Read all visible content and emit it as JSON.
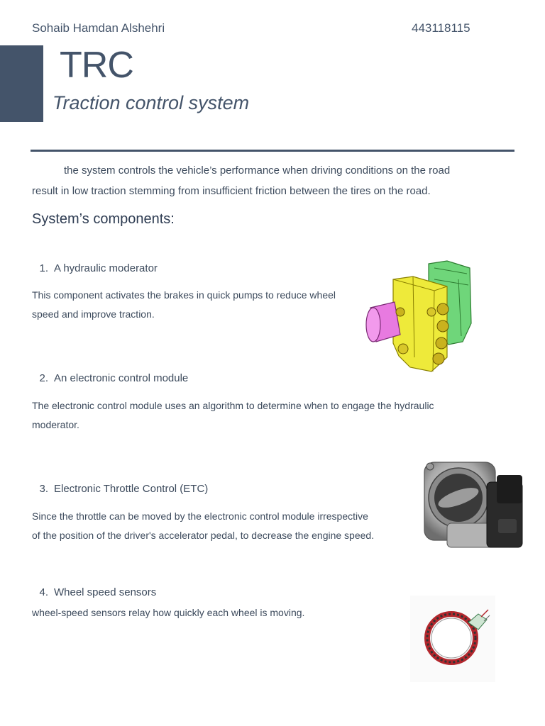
{
  "header": {
    "author": "Sohaib Hamdan Alshehri",
    "id_number": "443118115"
  },
  "title": "TRC",
  "subtitle": "Traction control system",
  "intro": {
    "line1": "the system controls the vehicle’s performance when driving conditions on the road",
    "line2": "result in low traction stemming from insufficient friction between the tires on the road."
  },
  "components_heading": "System’s components:",
  "components": [
    {
      "number": "1.",
      "title": "A hydraulic moderator",
      "desc_lines": [
        "This component activates the brakes in quick pumps to reduce wheel",
        "speed and improve traction."
      ],
      "image_icon": "hydraulic-modulator-image"
    },
    {
      "number": "2.",
      "title": "An electronic control module",
      "desc_lines": [
        "The electronic control module uses an algorithm to determine when to engage the hydraulic",
        "moderator."
      ]
    },
    {
      "number": "3.",
      "title": "Electronic Throttle Control (ETC)",
      "desc_lines": [
        "Since the throttle can be moved by the electronic control module irrespective",
        "of the position of the driver's accelerator pedal, to decrease the engine speed."
      ],
      "image_icon": "throttle-body-image"
    },
    {
      "number": "4.",
      "title": "Wheel speed sensors",
      "desc_lines": [
        "wheel-speed sensors relay how quickly each wheel is moving."
      ],
      "image_icon": "wheel-speed-sensor-image"
    }
  ],
  "colors": {
    "accent": "#44546a",
    "text": "#3c4a5c"
  }
}
